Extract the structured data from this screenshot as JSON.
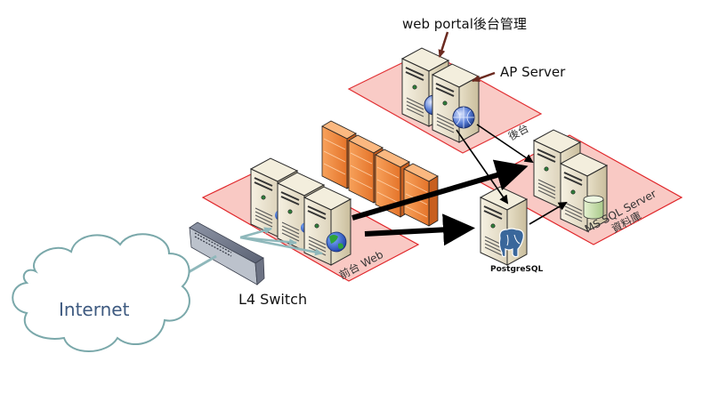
{
  "labels": {
    "web_portal": "web portal後台管理",
    "ap_server": "AP Server",
    "backend_zone": "後台",
    "frontend_zone": "前台 Web",
    "mssql_zone_line1": "MS SQL Server",
    "mssql_zone_line2": "資料庫",
    "postgresql": "PostgreSQL",
    "l4_switch": "L4 Switch",
    "internet": "Internet"
  },
  "colors": {
    "zone_fill": "#f9c9c4",
    "zone_stroke": "#e0262a",
    "firewall": "#f08a3c",
    "arrow_dark": "#000000",
    "link_teal": "#8fb8bb",
    "cloud_stroke": "#7aa8aa",
    "internet_text": "#3e5a80",
    "annotation_arrow": "#6b2a20"
  }
}
